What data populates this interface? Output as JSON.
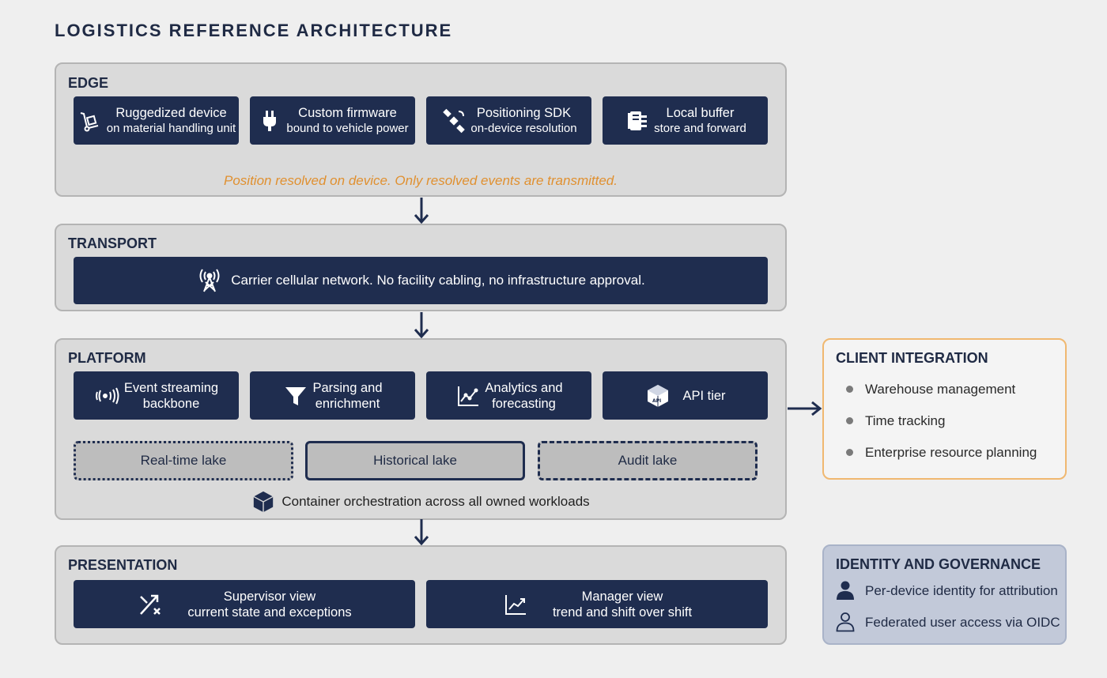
{
  "title": "LOGISTICS REFERENCE ARCHITECTURE",
  "colors": {
    "navy": "#1f2d4f",
    "layer_bg": "#dadada",
    "note_orange": "#e09030",
    "client_border": "#f0b870",
    "governance_bg": "#c2c9d9"
  },
  "edge": {
    "title": "EDGE",
    "tiles": [
      {
        "icon": "hand-truck-icon",
        "line1": "Ruggedized device",
        "line2": "on material handling unit"
      },
      {
        "icon": "power-plug-icon",
        "line1": "Custom firmware",
        "line2": "bound to vehicle power"
      },
      {
        "icon": "satellite-icon",
        "line1": "Positioning SDK",
        "line2": "on-device resolution"
      },
      {
        "icon": "storage-buffer-icon",
        "line1": "Local buffer",
        "line2": "store and forward"
      }
    ],
    "note": "Position resolved on device. Only resolved events are transmitted."
  },
  "transport": {
    "title": "TRANSPORT",
    "icon": "cell-tower-icon",
    "text": "Carrier cellular network. No facility cabling, no infrastructure approval."
  },
  "platform": {
    "title": "PLATFORM",
    "tiles": [
      {
        "icon": "event-stream-icon",
        "line1": "Event streaming",
        "line2": "backbone"
      },
      {
        "icon": "funnel-icon",
        "line1": "Parsing and",
        "line2": "enrichment"
      },
      {
        "icon": "analytics-chart-icon",
        "line1": "Analytics and",
        "line2": "forecasting"
      },
      {
        "icon": "api-cube-icon",
        "line1": "API tier",
        "line2": ""
      }
    ],
    "lakes": [
      "Real-time lake",
      "Historical lake",
      "Audit lake"
    ],
    "orchestration": "Container orchestration across all owned workloads"
  },
  "presentation": {
    "title": "PRESENTATION",
    "tiles": [
      {
        "icon": "shuffle-icon",
        "line1": "Supervisor view",
        "line2": "current state and exceptions"
      },
      {
        "icon": "trend-chart-icon",
        "line1": "Manager view",
        "line2": "trend and shift over shift"
      }
    ]
  },
  "client_integration": {
    "title": "CLIENT INTEGRATION",
    "items": [
      "Warehouse management",
      "Time tracking",
      "Enterprise resource planning"
    ]
  },
  "governance": {
    "title": "IDENTITY AND GOVERNANCE",
    "items": [
      {
        "icon": "user-filled-icon",
        "text": "Per-device identity for attribution"
      },
      {
        "icon": "user-outline-icon",
        "text": "Federated user access via OIDC"
      }
    ]
  }
}
